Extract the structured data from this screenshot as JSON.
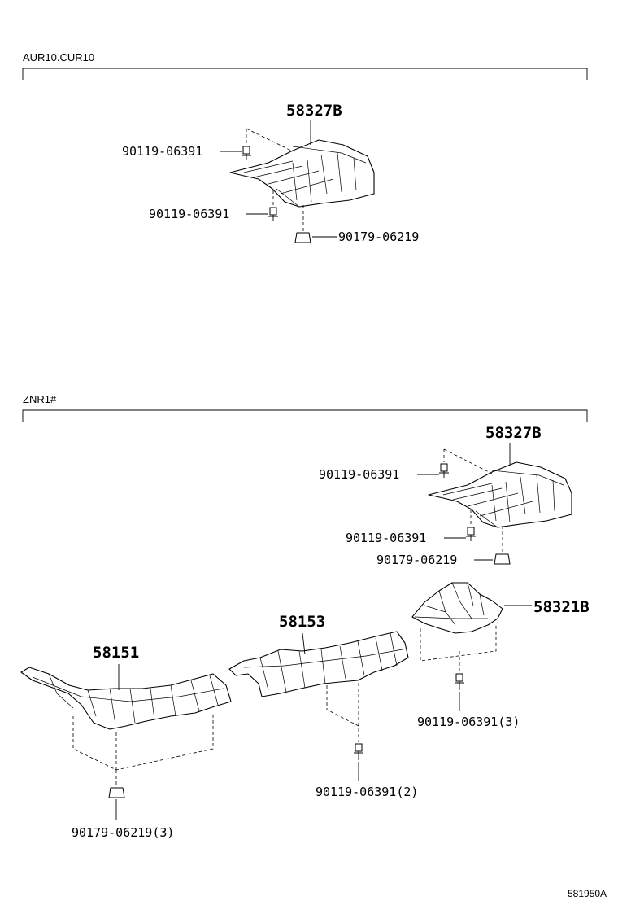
{
  "sections": [
    {
      "id": "aur10",
      "label": "AUR10.CUR10",
      "parts": {
        "insulator": "58327B",
        "bolt_upper": "90119-06391",
        "bolt_lower": "90119-06391",
        "nut": "90179-06219"
      }
    },
    {
      "id": "znr1",
      "label": "ZNR1#",
      "parts": {
        "insulator_top": "58327B",
        "bolt_upper": "90119-06391",
        "bolt_lower": "90119-06391",
        "nut": "90179-06219",
        "insulator_small": "58321B",
        "bolt_small": "90119-06391(3)",
        "insulator_center": "58153",
        "bolt_center": "90119-06391(2)",
        "insulator_front": "58151",
        "nut_front": "90179-06219(3)"
      }
    }
  ],
  "figure_code": "581950A"
}
